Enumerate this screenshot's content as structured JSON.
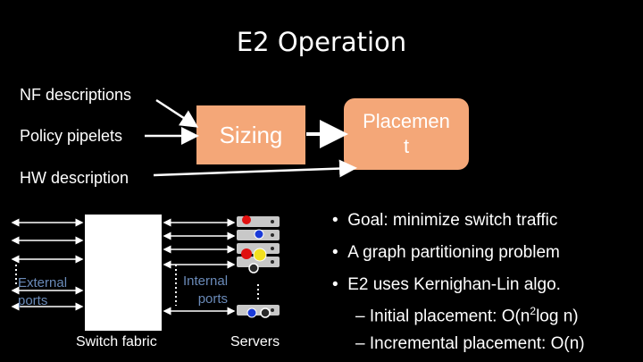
{
  "title": "E2 Operation",
  "inputs": {
    "nf_descriptions": "NF descriptions",
    "policy_pipelets": "Policy pipelets",
    "hw_description": "HW description"
  },
  "stages": {
    "sizing": "Sizing",
    "placement_line1": "Placemen",
    "placement_line2": "t"
  },
  "topology": {
    "external_ports_line1": "External",
    "external_ports_line2": "ports",
    "internal_ports_line1": "Internal",
    "internal_ports_line2": "ports",
    "switch_fabric": "Switch fabric",
    "servers": "Servers"
  },
  "bullets": [
    "Goal: minimize switch traffic",
    "A graph partitioning problem",
    "E2 uses Kernighan-Lin algo."
  ],
  "sub_bullets": {
    "initial_prefix": "– Initial placement: O(n",
    "initial_sup": "2",
    "initial_suffix": "log n)",
    "incremental": "– Incremental placement: O(n)"
  },
  "colors": {
    "background": "#000000",
    "box_fill": "#f4a778",
    "text": "#ffffff",
    "port_label": "#6a8ab8",
    "node_red": "#e01010",
    "node_blue": "#1a3ad8",
    "node_yellow": "#f2e020",
    "server_gray": "#c8c8c8"
  },
  "icons": [
    "bullet-dot",
    "arrow-right",
    "double-arrow"
  ]
}
